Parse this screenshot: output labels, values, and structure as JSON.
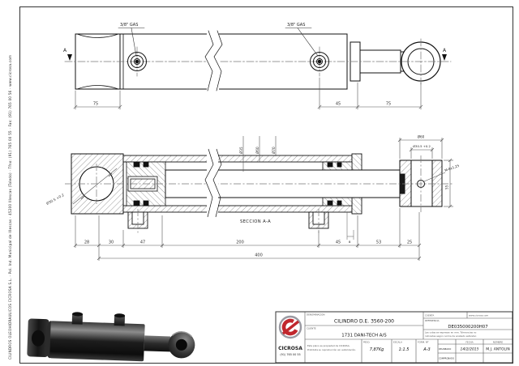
{
  "sheet": {
    "side_note": "CILINDROS OLEOHIDRAULICOS CICROSA S.L. · Pol. Ind. Municipal de Illescas · 45200 Illescas (Toledo) · Tfno: (91) 765 00 55 · Fax: (91) 765 00 56 · www.cicrosa.com"
  },
  "top_view": {
    "port_label_left": "3/8\" GAS",
    "port_label_right": "3/8\" GAS",
    "section_letter_left": "A",
    "section_letter_right": "A",
    "dim_cap": "75",
    "dim_port_to_end": "45",
    "dim_end_to_eye": "75"
  },
  "section_view": {
    "title": "SECCION A-A",
    "clevis_bore_label": "Ø30.5 +0.2",
    "dia_rod": "Ø35",
    "dia_bore": "Ø60",
    "dia_tube": "Ø70",
    "eye_outer_dia": "Ø60",
    "eye_bore_dia": "Ø30.5 +0.2",
    "grease_thread": "M-8x1,25",
    "eye_width": "55",
    "boss_dim": "8",
    "dims_bottom": [
      "28",
      "30",
      "47",
      "200",
      "45",
      "53",
      "25"
    ],
    "dim_total": "400"
  },
  "title_block": {
    "denominacion_label": "DENOMINACION",
    "denominacion": "CILINDRO D.E. 3560-200",
    "cliente_label": "CLIENTE",
    "cliente": "1731  DANI-TECH A/S",
    "cuenta_label": "CUENTA",
    "web": "www.cicrosa.com",
    "referencia_label": "REFERENCIA",
    "referencia": "DE035000200H07",
    "peso_label": "PESO:",
    "peso": "7,87Kg",
    "escala_label": "ESCALA",
    "escala": "1:1.5",
    "formato_label": "FORM. Nº",
    "formato": "A-3",
    "fecha_label": "FECHA",
    "fecha": "14/2/2015",
    "nombre_label": "NOMBRE",
    "nombre": "M.J. ANTOLIN",
    "delineado_label": "DELINEADO",
    "comprobado_label": "COMPROBADO",
    "brand": "CICROSA",
    "brand_phone": "(91) 765 00 55",
    "notice_left_1": "Este plano es propiedad de CICROSA.",
    "notice_left_2": "Prohibida su reproducción sin autorización.",
    "notice_right_1": "Las cotas se expresan en mm. Tolerancias no",
    "notice_right_2": "indicadas según norma de acabado estándar."
  }
}
